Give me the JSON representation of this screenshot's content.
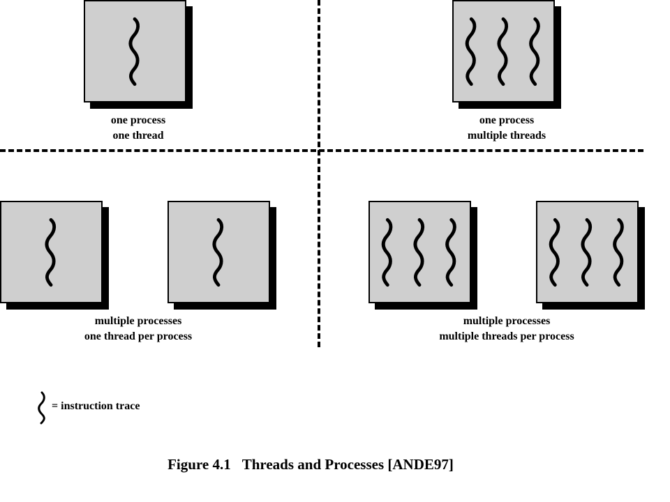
{
  "quadrants": [
    {
      "caption": [
        "one process",
        "one thread"
      ]
    },
    {
      "caption": [
        "one process",
        "multiple threads"
      ]
    },
    {
      "caption": [
        "multiple processes",
        "one thread per process"
      ]
    },
    {
      "caption": [
        "multiple processes",
        "multiple threads per process"
      ]
    }
  ],
  "legend": {
    "text": "= instruction trace"
  },
  "figure": {
    "number": "Figure 4.1",
    "title": "Threads and Processes [ANDE97]"
  }
}
